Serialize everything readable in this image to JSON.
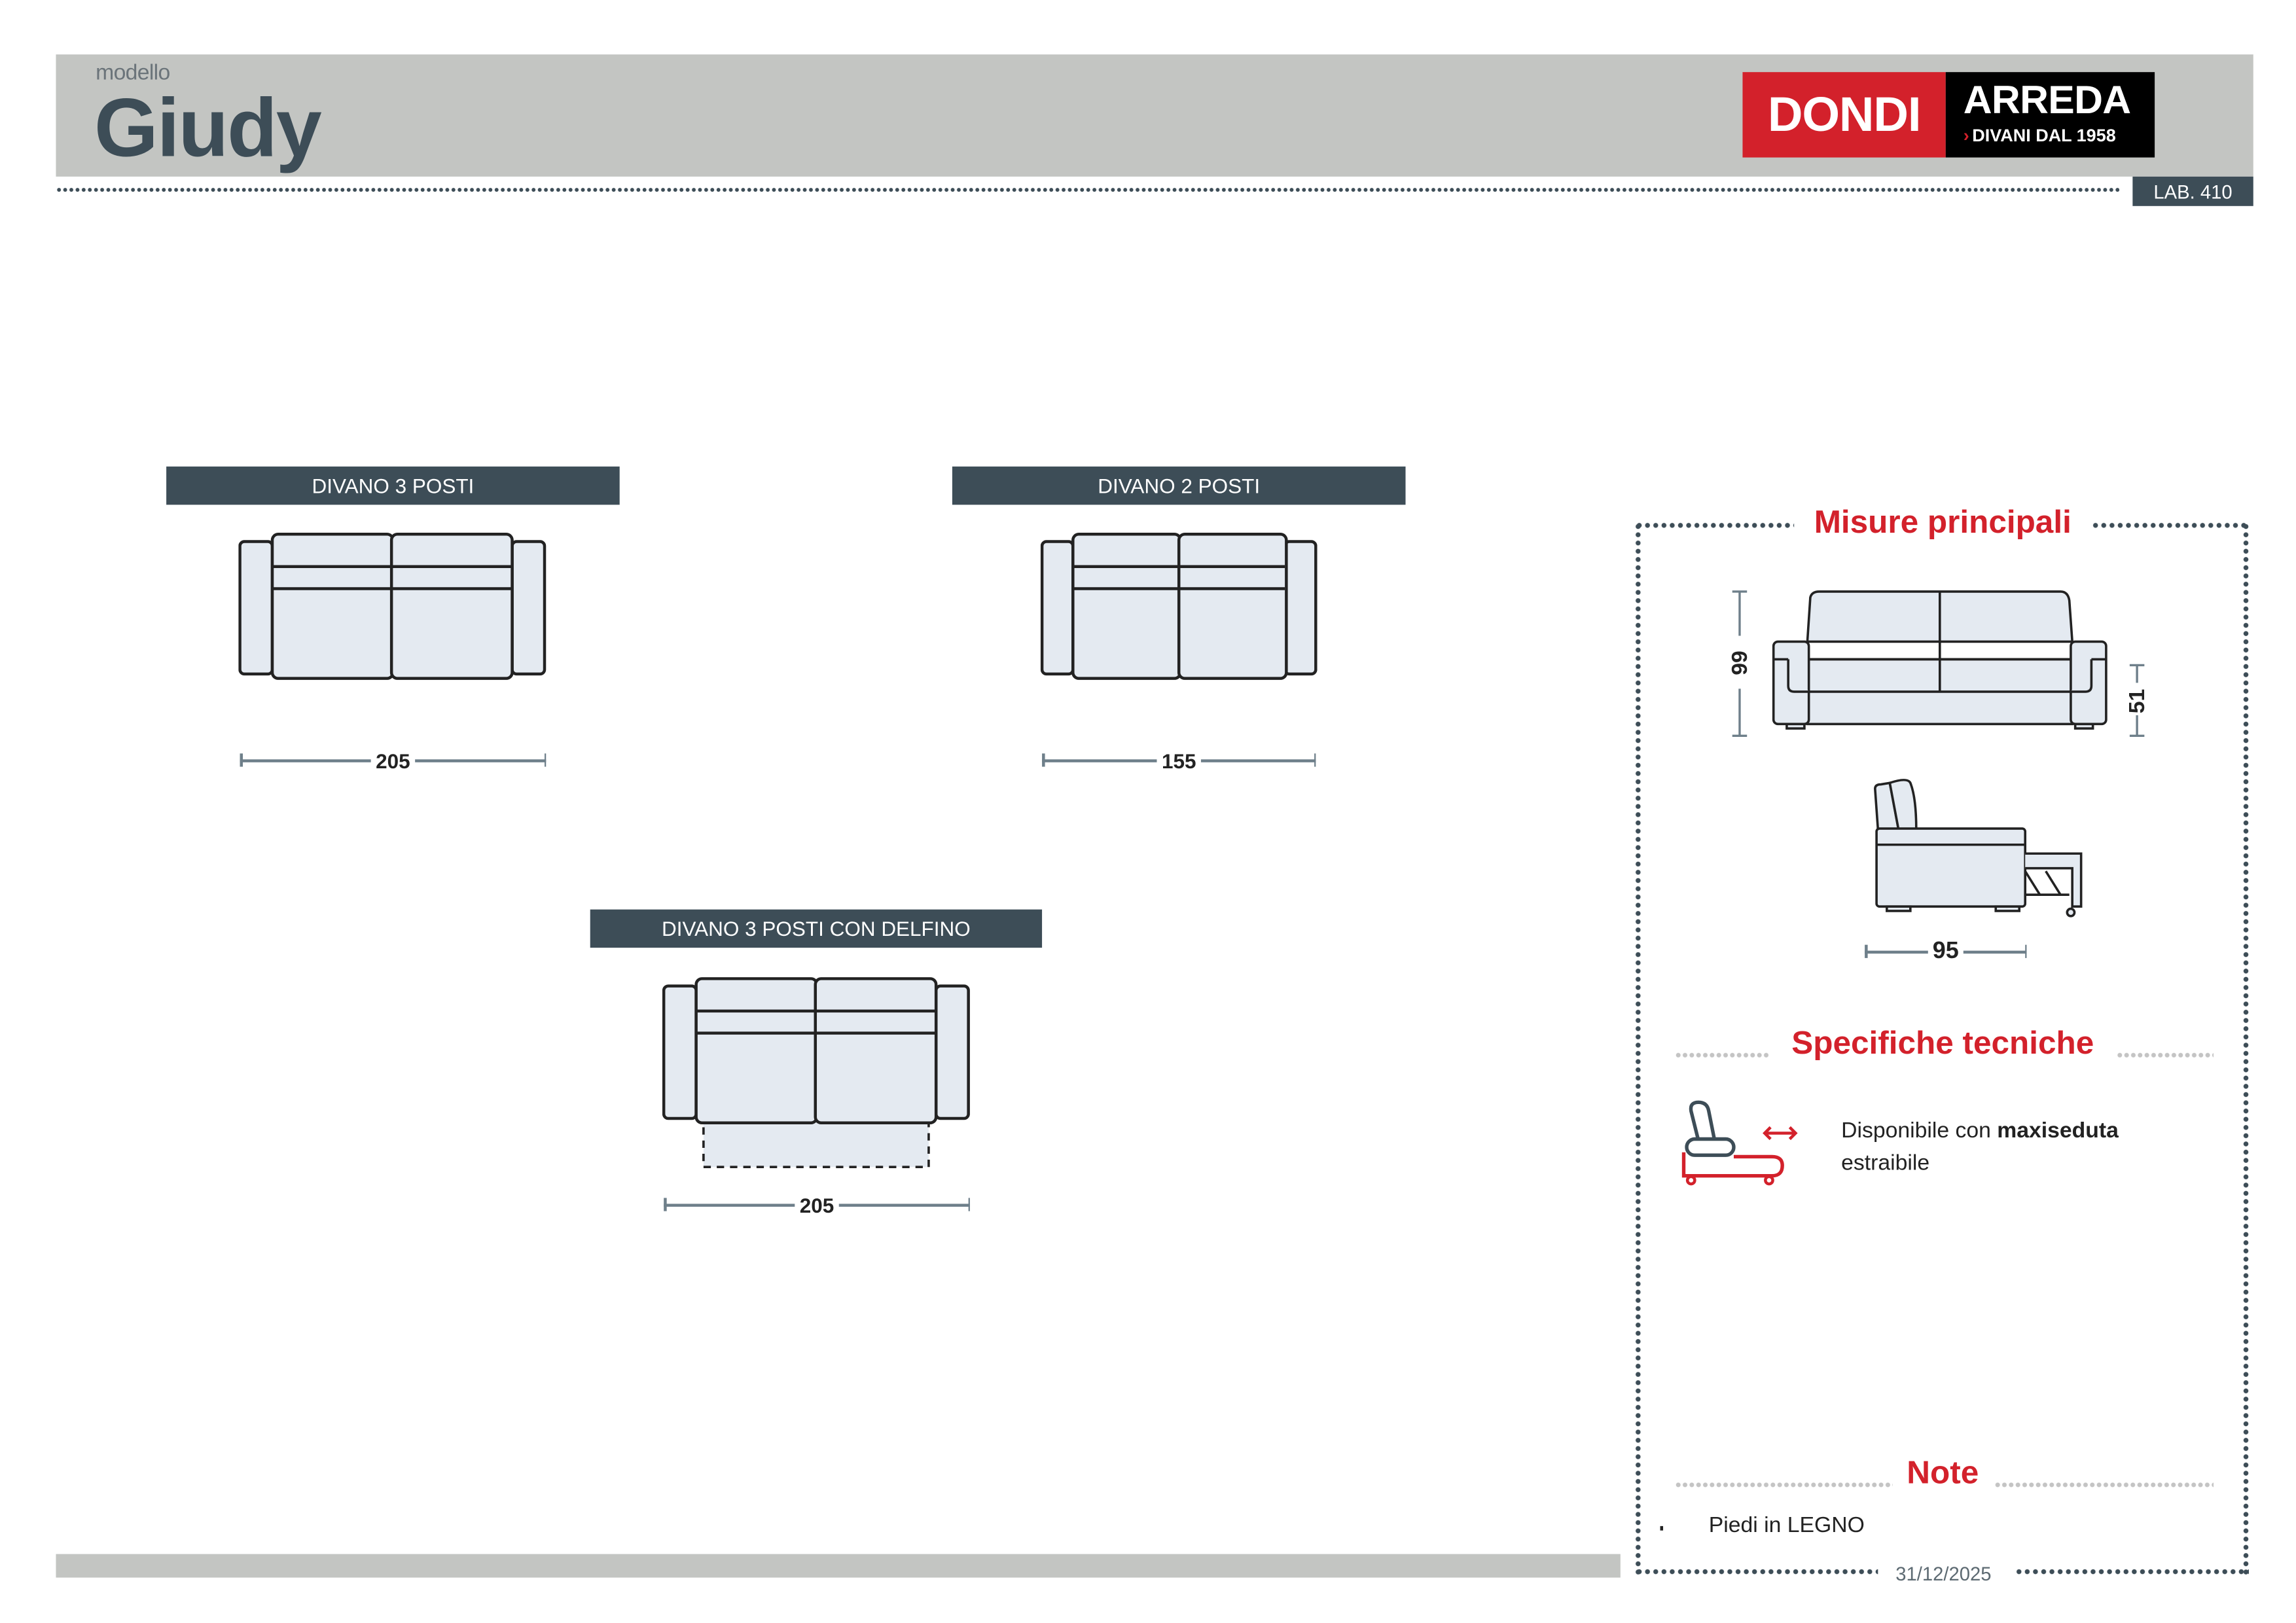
{
  "header": {
    "model_label": "modello",
    "model_name": "Giudy",
    "brand": {
      "name_red": "DONDI",
      "name_black": "ARREDA",
      "tagline": "DIVANI DAL 1958"
    },
    "lab_code": "LAB. 410"
  },
  "sections": [
    {
      "title": "DIVANO 3 POSTI",
      "width_label": "205"
    },
    {
      "title": "DIVANO 2 POSTI",
      "width_label": "155"
    },
    {
      "title": "DIVANO 3 POSTI CON DELFINO",
      "width_label": "205"
    }
  ],
  "panel": {
    "misure_title": "Misure principali",
    "height_total": "99",
    "seat_height": "51",
    "depth": "95",
    "specifiche_title": "Specifiche tecniche",
    "spec_text_normal": "Disponibile con ",
    "spec_text_bold": "maxiseduta",
    "spec_text_line2": "estraibile",
    "note_title": "Note",
    "notes": [
      "Piedi in LEGNO"
    ],
    "date": "31/12/2025"
  },
  "colors": {
    "brand_red": "#d3212b",
    "dark": "#3d4d57",
    "header_gray": "#c3c5c2",
    "sofa_fill": "#e4eaf1"
  }
}
